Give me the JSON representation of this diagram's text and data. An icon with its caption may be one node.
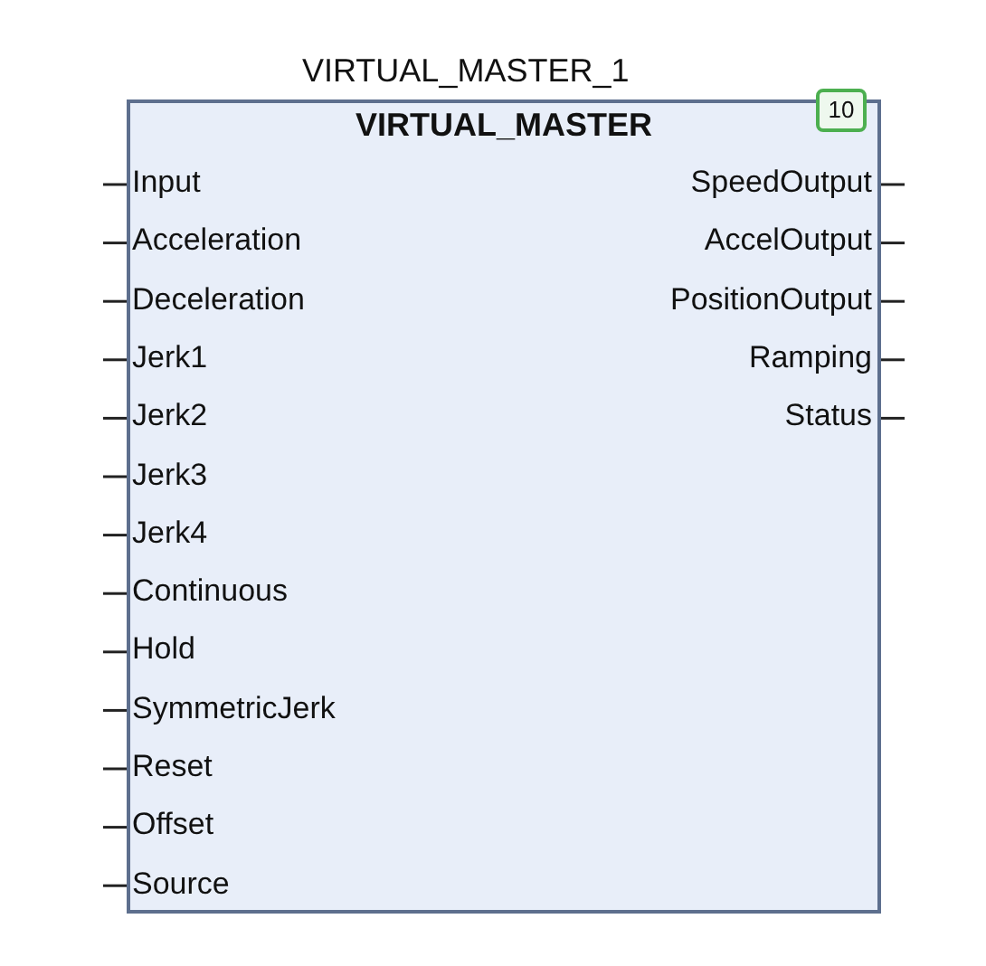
{
  "diagram": {
    "nodes": [
      {
        "text": [
          "VIRTUAL_MASTER_1",
          "VIRTUAL_MASTER"
        ]
      },
      {
        "text": [
          "10"
        ],
        "in": 0
      }
    ],
    "labels": [
      "Input",
      "SpeedOutput",
      "Acceleration",
      "AccelOutput",
      "Deceleration",
      "PositionOutput",
      "Jerk1",
      "Ramping",
      "Jerk2",
      "Status",
      "Jerk3",
      "Jerk4",
      "Continuous",
      "Hold",
      "SymmetricJerk",
      "Reset",
      "Offset",
      "Source"
    ]
  }
}
